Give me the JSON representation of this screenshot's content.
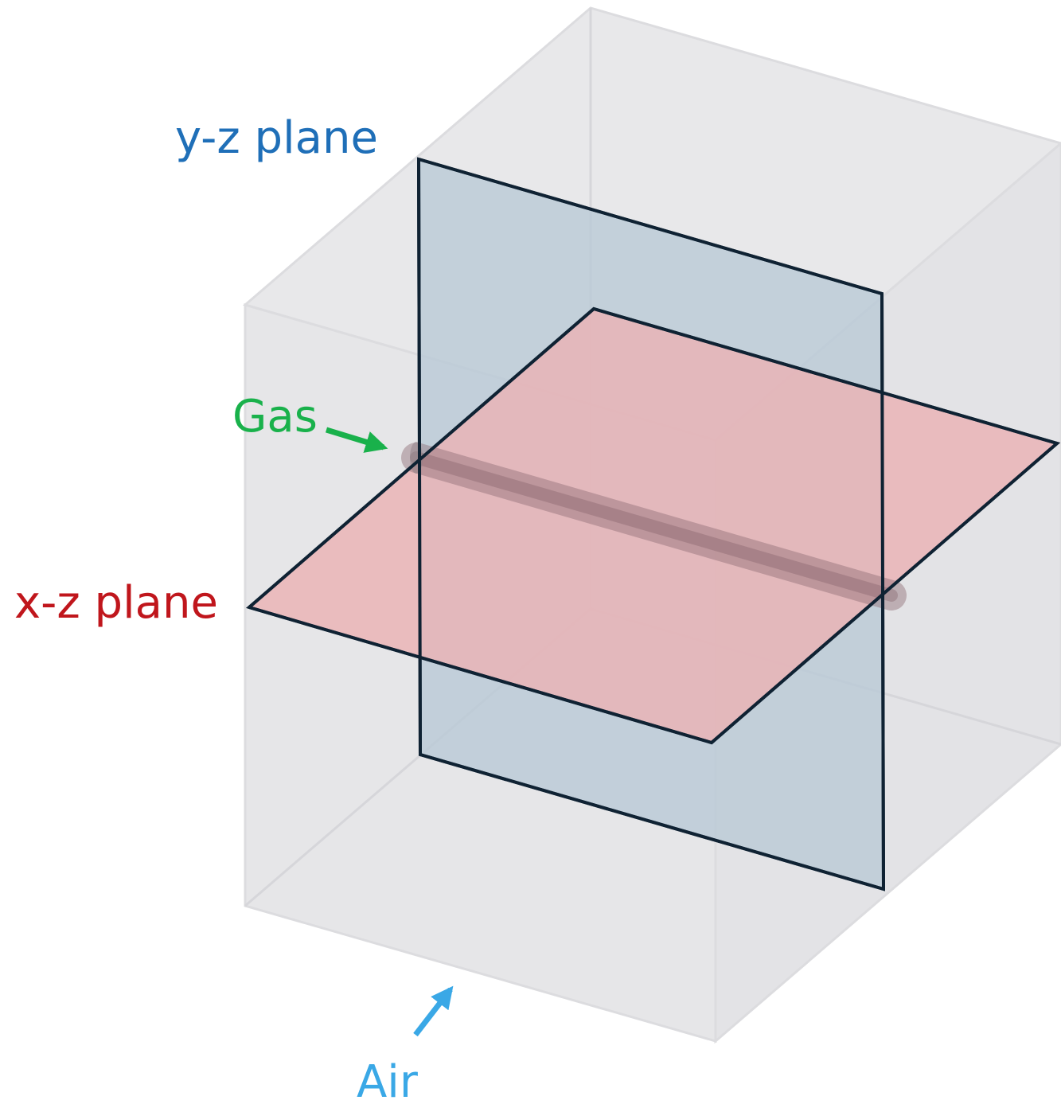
{
  "labels": {
    "yz_plane": "y-z plane",
    "xz_plane": "x-z plane",
    "gas": "Gas",
    "air": "Air"
  },
  "colors": {
    "yz_plane_label": "#1f6fb8",
    "xz_plane_label": "#c0161c",
    "gas_label": "#19b14b",
    "air_label": "#3aa8e6",
    "gas_arrow": "#19b14b",
    "air_arrow": "#3aa8e6",
    "cube_fill": "#e6e6e8",
    "cube_edge": "#d9d9dc",
    "yz_plane_fill": "#b9c9d6",
    "xz_plane_fill": "#eab2b5",
    "plane_outline": "#0f2233",
    "gas_tube": "#9a7f86"
  }
}
